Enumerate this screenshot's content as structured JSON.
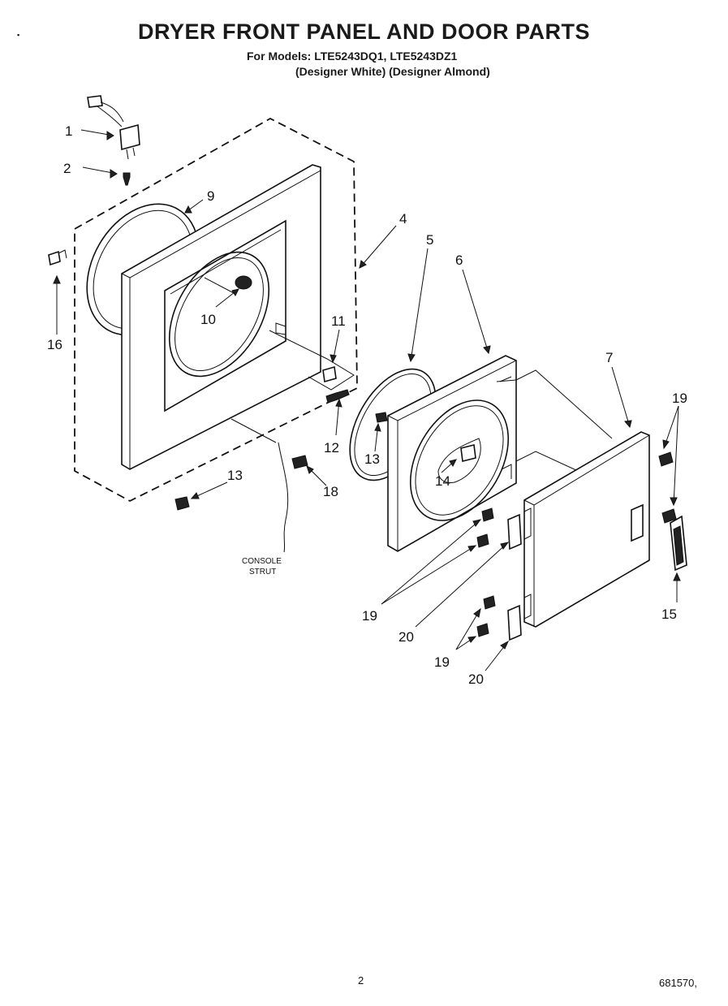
{
  "title": "DRYER FRONT PANEL AND DOOR PARTS",
  "models_line": "For Models: LTE5243DQ1, LTE5243DZ1",
  "colors_line": "(Designer White) (Designer Almond)",
  "corner_mark": "▪",
  "callouts": {
    "c1": "1",
    "c2": "2",
    "c4": "4",
    "c5": "5",
    "c6": "6",
    "c7": "7",
    "c9": "9",
    "c10": "10",
    "c11": "11",
    "c12": "12",
    "c13a": "13",
    "c13b": "13",
    "c14": "14",
    "c15": "15",
    "c16": "16",
    "c18": "18",
    "c19a": "19",
    "c19b": "19",
    "c19c": "19",
    "c20a": "20",
    "c20b": "20"
  },
  "console_strut": {
    "line1": "CONSOLE",
    "line2": "STRUT"
  },
  "page_number": "2",
  "doc_number": "681570,"
}
